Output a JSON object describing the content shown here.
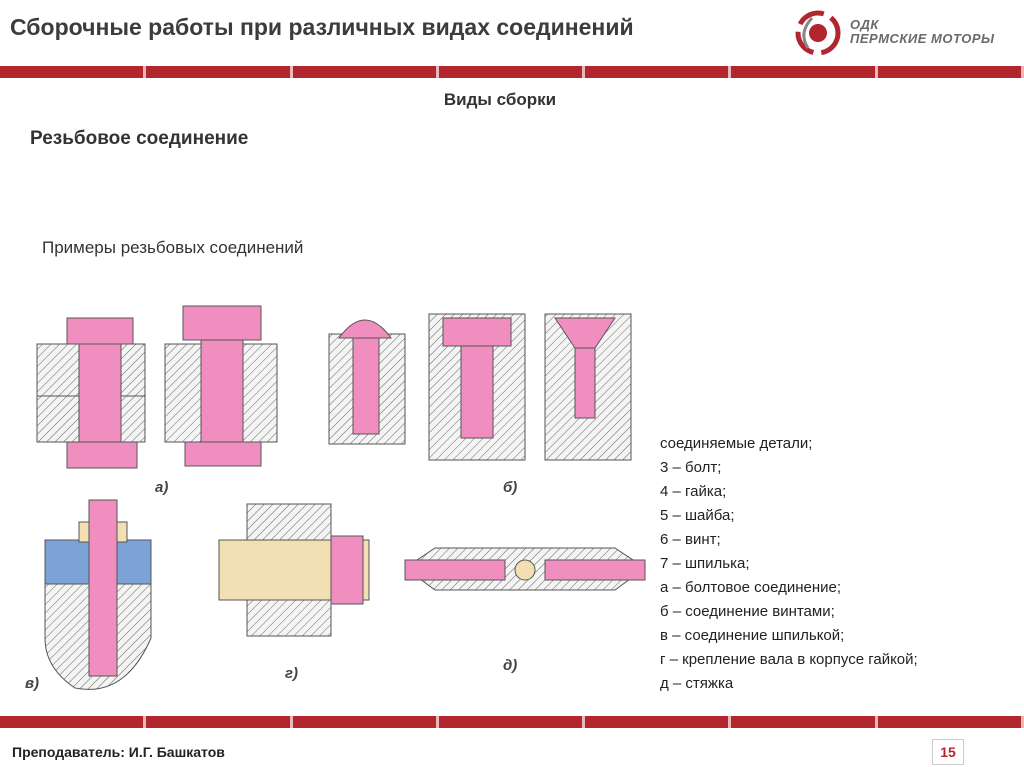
{
  "header": {
    "title": "Сборочные работы при различных видах соединений",
    "logo_line1": "ОДК",
    "logo_line2": "ПЕРМСКИЕ МОТОРЫ"
  },
  "subtitle": "Виды сборки",
  "section_title": "Резьбовое соединение",
  "examples_title": "Примеры резьбовых соединений",
  "figure_labels": {
    "a": "а)",
    "b": "б)",
    "v": "в)",
    "g": "г)",
    "d": "д)"
  },
  "legend": [
    "соединяемые детали;",
    "3 – болт;",
    "4 – гайка;",
    "5 – шайба;",
    "6 – винт;",
    "7 – шпилька;",
    "а – болтовое соединение;",
    "б – соединение винтами;",
    "в – соединение шпилькой;",
    "г – крепление вала в корпусе гайкой;",
    "д – стяжка"
  ],
  "footer": {
    "teacher": "Преподаватель: И.Г. Башкатов",
    "page": "15"
  },
  "colors": {
    "accent": "#b2262e",
    "part_pink": "#f08fbf",
    "part_beige": "#f3dfb4"
  }
}
